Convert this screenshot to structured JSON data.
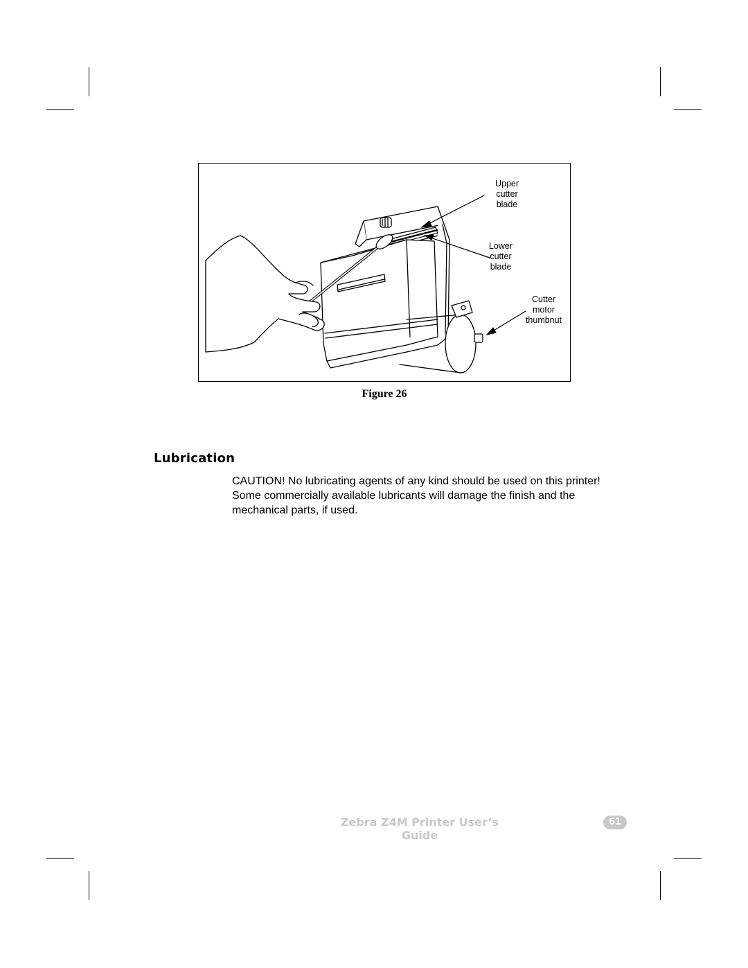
{
  "figure": {
    "caption": "Figure 26",
    "callouts": {
      "upper_blade": "Upper\ncutter\nblade",
      "lower_blade": "Lower\ncutter\nblade",
      "motor_thumbnut": "Cutter\nmotor\nthumbnut"
    }
  },
  "section": {
    "title": "Lubrication",
    "body": "CAUTION!  No lubricating agents of any kind should be used on this printer!  Some commercially available lubricants will damage the finish and the mechanical parts, if used."
  },
  "footer": {
    "title": "Zebra Z4M Printer User’s Guide",
    "page_number": "61"
  },
  "colors": {
    "footer_gray": "#c8c8c8",
    "ink": "#000000"
  }
}
